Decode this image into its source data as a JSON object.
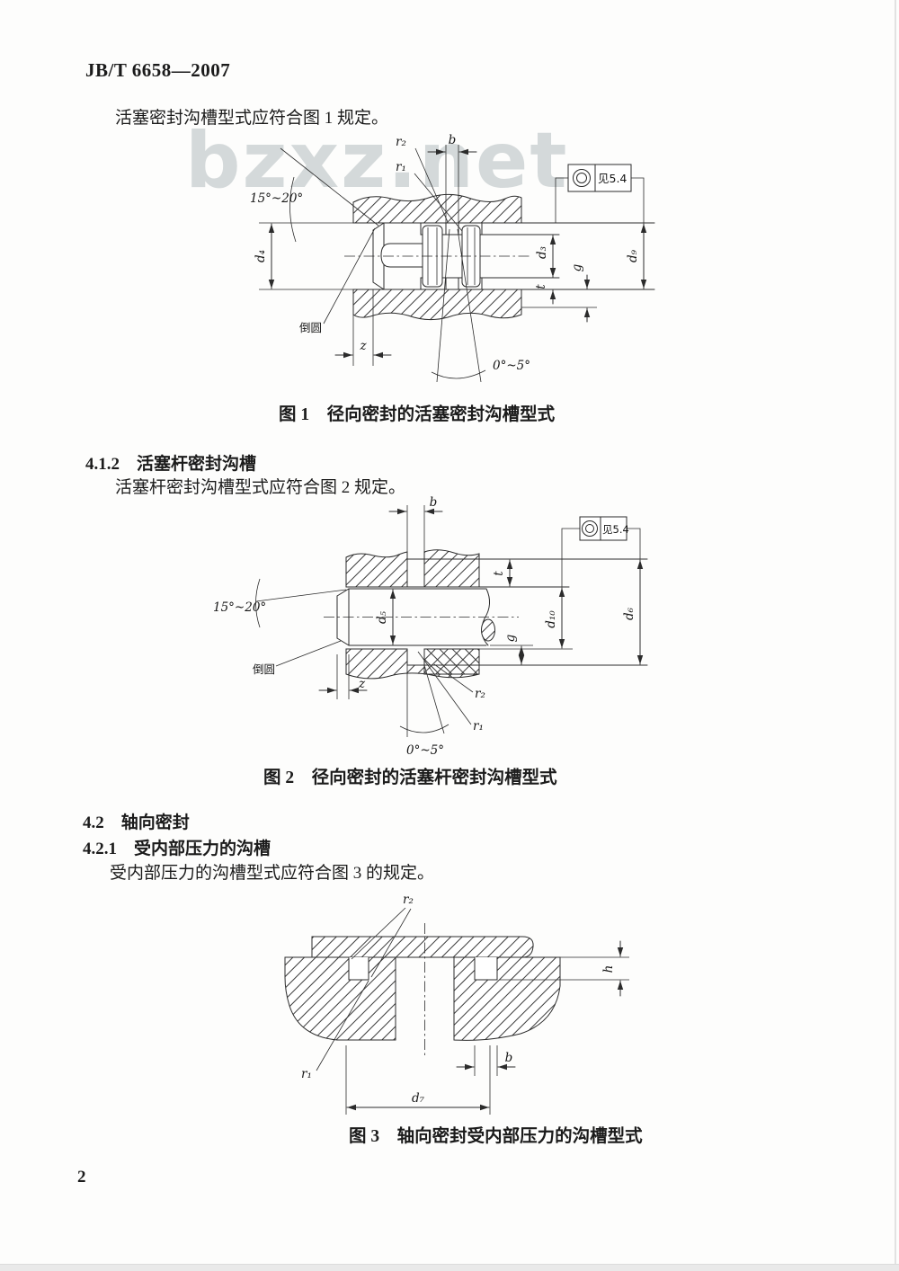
{
  "page": {
    "header": "JB/T 6658—2007",
    "page_number": "2",
    "watermark": "bzxz.net"
  },
  "body": {
    "para1": "活塞密封沟槽型式应符合图 1 规定。",
    "section_412": "4.1.2　活塞杆密封沟槽",
    "para2": "活塞杆密封沟槽型式应符合图 2 规定。",
    "section_42": "4.2　轴向密封",
    "section_421": "4.2.1　受内部压力的沟槽",
    "para3": "受内部压力的沟槽型式应符合图 3 的规定。"
  },
  "figures": {
    "fig1": {
      "caption": "图 1　径向密封的活塞密封沟槽型式",
      "labels": {
        "r2": "r₂",
        "r1": "r₁",
        "b": "b",
        "angle_left": "15°~20°",
        "d4": "d₄",
        "see54": "见5.4",
        "d3": "d₃",
        "t": "t",
        "g": "g",
        "d9": "d₉",
        "chamfer": "倒圆",
        "z": "z",
        "angle_bottom": "0°~5°"
      }
    },
    "fig2": {
      "caption": "图 2　径向密封的活塞杆密封沟槽型式",
      "labels": {
        "b": "b",
        "see54": "见5.4",
        "t": "t",
        "angle_left": "15°~20°",
        "d5": "d₅",
        "g": "g",
        "d10": "d₁₀",
        "d6": "d₆",
        "chamfer": "倒圆",
        "z": "z",
        "r2": "r₂",
        "r1": "r₁",
        "angle_bottom": "0°~5°"
      }
    },
    "fig3": {
      "caption": "图 3　轴向密封受内部压力的沟槽型式",
      "labels": {
        "r2": "r₂",
        "h": "h",
        "r1": "r₁",
        "b": "b",
        "d7": "d₇"
      }
    }
  }
}
